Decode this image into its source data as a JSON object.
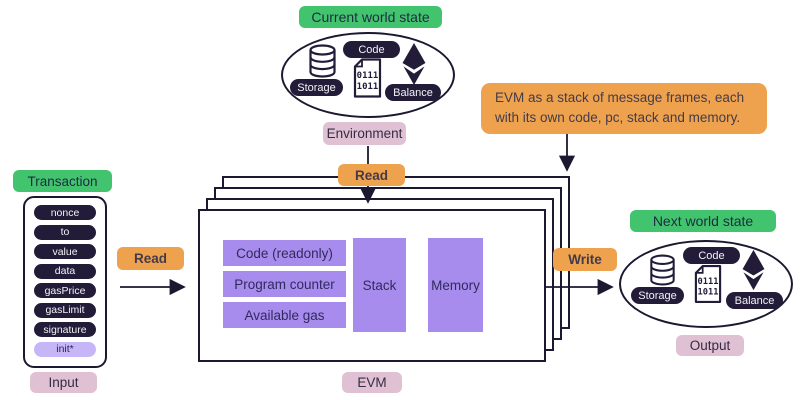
{
  "colors": {
    "green": "#42c46e",
    "orange": "#efa24e",
    "pink": "#dfc1d3",
    "dark": "#221c38",
    "purple": "#a78ced",
    "purple-light": "#c6b5f7",
    "ink": "#2e2847",
    "line": "#1b1830"
  },
  "current_state": {
    "title": "Current world state",
    "storage_label": "Storage",
    "code_label": "Code",
    "balance_label": "Balance",
    "doc_line1": "0111",
    "doc_line2": "1011",
    "caption": "Environment"
  },
  "note": {
    "line1": "EVM as a stack of message frames, each",
    "line2": "with its  own code, pc, stack and memory."
  },
  "transaction": {
    "title": "Transaction",
    "fields": [
      "nonce",
      "to",
      "value",
      "data",
      "gasPrice",
      "gasLimit",
      "signature"
    ],
    "init_field": "init*",
    "caption": "Input"
  },
  "labels": {
    "read_left": "Read",
    "read_top": "Read",
    "write": "Write"
  },
  "evm": {
    "code_row": "Code (readonly)",
    "pc_row": "Program counter",
    "gas_row": "Available gas",
    "stack_col": "Stack",
    "memory_col": "Memory",
    "caption": "EVM"
  },
  "next_state": {
    "title": "Next world state",
    "storage_label": "Storage",
    "code_label": "Code",
    "balance_label": "Balance",
    "doc_line1": "0111",
    "doc_line2": "1011",
    "caption": "Output"
  }
}
